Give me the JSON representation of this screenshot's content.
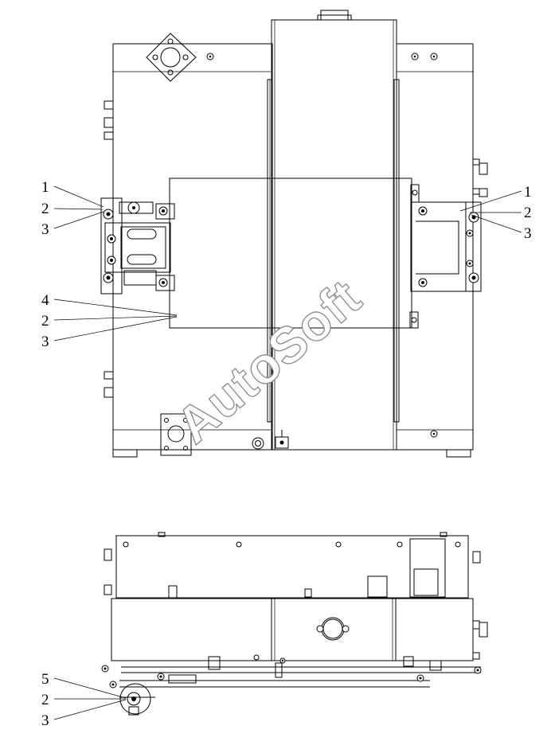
{
  "watermark": "AutoSoft",
  "callouts_top_left": [
    "1",
    "2",
    "3"
  ],
  "callouts_top_right": [
    "1",
    "2",
    "3"
  ],
  "callouts_middle": [
    "4",
    "2",
    "3"
  ],
  "callouts_bottom": [
    "5",
    "2",
    "3"
  ]
}
